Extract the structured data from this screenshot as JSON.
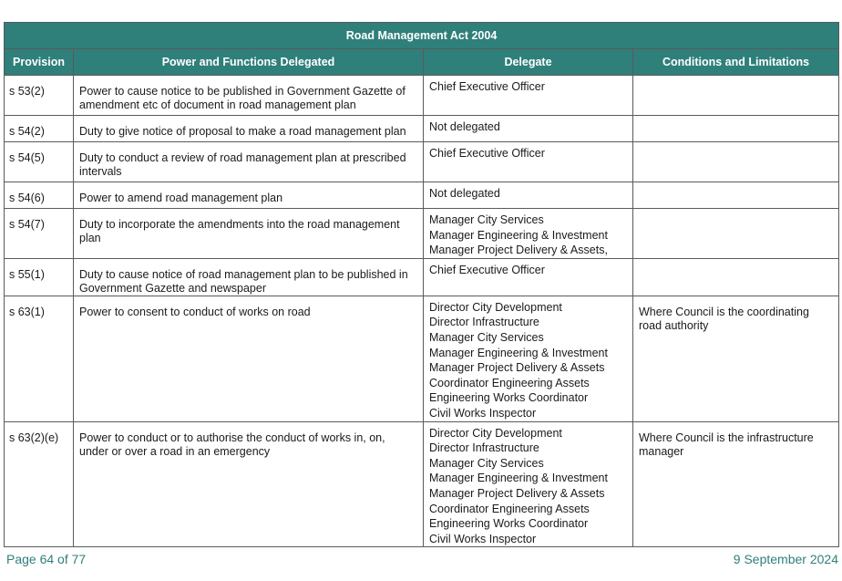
{
  "table": {
    "title": "Road Management Act 2004",
    "headers": {
      "provision": "Provision",
      "power": "Power and Functions Delegated",
      "delegate": "Delegate",
      "conditions": "Conditions and Limitations"
    },
    "rows": [
      {
        "provision": "s 53(2)",
        "power": "Power to cause notice to be published in Government Gazette of amendment etc of document in road management plan",
        "delegates": [
          "Chief Executive Officer"
        ],
        "conditions": ""
      },
      {
        "provision": "s 54(2)",
        "power": "Duty to give notice of proposal to make a road management plan",
        "delegates": [
          "Not delegated"
        ],
        "conditions": ""
      },
      {
        "provision": "s 54(5)",
        "power": "Duty to conduct a review of road management plan at prescribed intervals",
        "delegates": [
          "Chief Executive Officer"
        ],
        "conditions": ""
      },
      {
        "provision": "s 54(6)",
        "power": "Power to amend road management plan",
        "delegates": [
          "Not delegated"
        ],
        "conditions": ""
      },
      {
        "provision": "s 54(7)",
        "power": "Duty to incorporate the amendments into the road management plan",
        "delegates": [
          "Manager City Services",
          "Manager Engineering & Investment",
          "Manager Project Delivery & Assets,"
        ],
        "conditions": ""
      },
      {
        "provision": "s 55(1)",
        "power": "Duty to cause notice of road management plan to be published in Government Gazette and newspaper",
        "delegates": [
          "Chief Executive Officer"
        ],
        "conditions": ""
      },
      {
        "provision": "s 63(1)",
        "power": "Power to consent to conduct of works on road",
        "delegates": [
          "Director City Development",
          "Director Infrastructure",
          "Manager City Services",
          "Manager Engineering & Investment",
          "Manager Project Delivery & Assets",
          "Coordinator Engineering Assets",
          "Engineering Works Coordinator",
          "Civil Works Inspector"
        ],
        "conditions": "Where Council is the coordinating road authority"
      },
      {
        "provision": "s 63(2)(e)",
        "power": "Power to conduct or to authorise the conduct of works in, on, under or over a road in an emergency",
        "delegates": [
          "Director City Development",
          "Director Infrastructure",
          "Manager City Services",
          "Manager Engineering & Investment",
          "Manager Project Delivery & Assets",
          "Coordinator Engineering Assets",
          "Engineering Works Coordinator",
          "Civil Works Inspector"
        ],
        "conditions": "Where Council is the infrastructure manager"
      }
    ]
  },
  "footer": {
    "page": "Page 64 of 77",
    "date": "9 September 2024"
  },
  "colors": {
    "header_bg": "#2f7f7a",
    "footer_text": "#2f7f7a"
  }
}
